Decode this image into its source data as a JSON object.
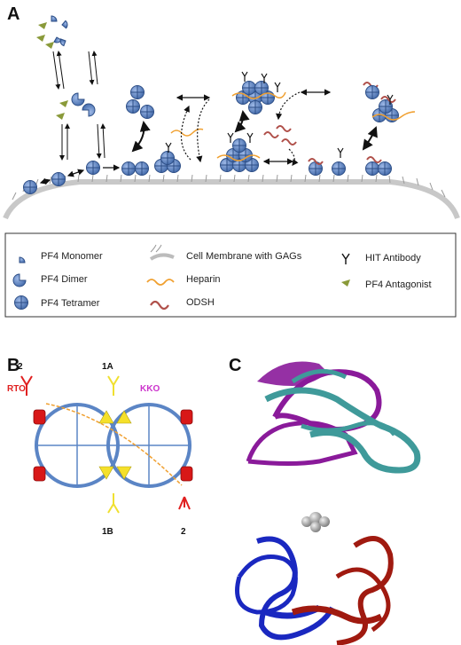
{
  "panels": {
    "a": "A",
    "b": "B",
    "c": "C"
  },
  "legend": {
    "pf4_monomer": "PF4 Monomer",
    "pf4_dimer": "PF4 Dimer",
    "pf4_tetramer": "PF4 Tetramer",
    "cell_membrane": "Cell Membrane with GAGs",
    "heparin": "Heparin",
    "odsh": "ODSH",
    "hit_antibody": "HIT Antibody",
    "pf4_antagonist": "PF4 Antagonist"
  },
  "panel_b": {
    "rto": "RTO",
    "kko": "KKO",
    "site_2_top": "2",
    "site_1a": "1A",
    "site_1b": "1B",
    "site_2_bottom": "2"
  },
  "colors": {
    "pf4_blue": "#5b85c5",
    "pf4_outline": "#2d4e86",
    "heparin": "#f0a030",
    "odsh": "#b0504a",
    "antagonist": "#8a9a3a",
    "membrane": "#c8c8c8",
    "rto_red": "#e02020",
    "kko_magenta": "#cc33cc",
    "site1_yellow": "#f0e030",
    "purple": "#8a1a9a",
    "teal": "#3f9a9a",
    "blue": "#1a28c0",
    "dark_red": "#a01a10",
    "grey": "#9a9a9a"
  }
}
